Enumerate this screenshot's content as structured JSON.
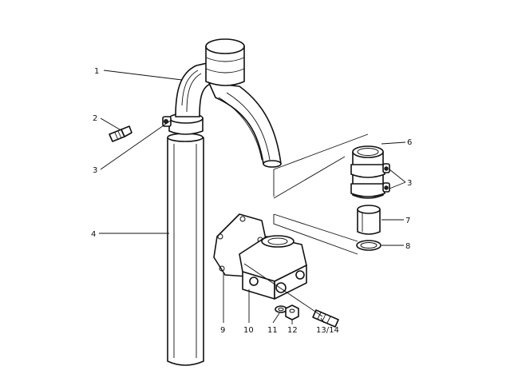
{
  "callouts": [
    {
      "id": "1",
      "text": "1"
    },
    {
      "id": "2",
      "text": "2"
    },
    {
      "id": "3a",
      "text": "3"
    },
    {
      "id": "4",
      "text": "4"
    },
    {
      "id": "6",
      "text": "6"
    },
    {
      "id": "3b",
      "text": "3"
    },
    {
      "id": "7",
      "text": "7"
    },
    {
      "id": "8",
      "text": "8"
    },
    {
      "id": "9",
      "text": "9"
    },
    {
      "id": "10",
      "text": "10"
    },
    {
      "id": "11",
      "text": "11"
    },
    {
      "id": "12",
      "text": "12"
    },
    {
      "id": "13",
      "text": "13/14"
    }
  ],
  "colors": {
    "ink": "#111111",
    "paper": "#ffffff"
  }
}
